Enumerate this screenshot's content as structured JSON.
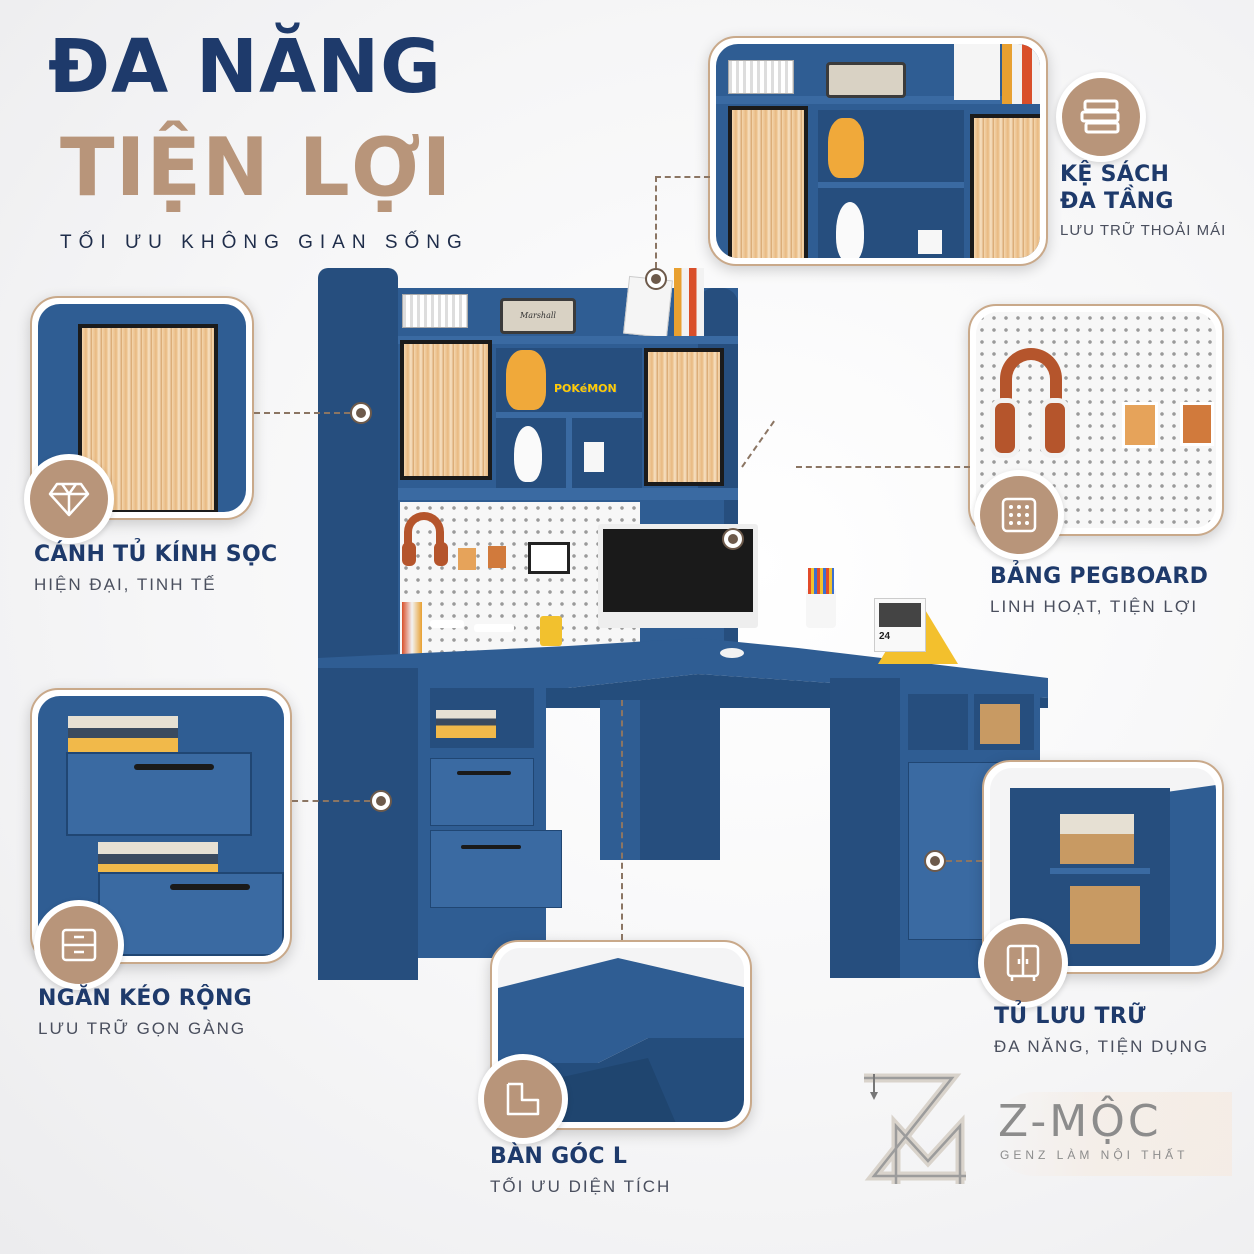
{
  "heading": {
    "line1": "ĐA NĂNG",
    "line2": "TIỆN LỢI",
    "tagline": "TỐI ƯU KHÔNG GIAN SỐNG"
  },
  "features": {
    "bookshelf": {
      "title_line1": "KỆ SÁCH",
      "title_line2": "ĐA TẦNG",
      "subtitle": "LƯU TRỮ THOẢI MÁI",
      "icon": "books-icon"
    },
    "glass_door": {
      "title": "CÁNH TỦ KÍNH SỌC",
      "subtitle": "HIỆN ĐẠI, TINH TẾ",
      "icon": "diamond-icon"
    },
    "pegboard": {
      "title": "BẢNG PEGBOARD",
      "subtitle": "LINH HOẠT, TIỆN LỢI",
      "icon": "pegboard-icon"
    },
    "drawers": {
      "title": "NGĂN KÉO RỘNG",
      "subtitle": "LƯU TRỮ GỌN GÀNG",
      "icon": "drawer-icon"
    },
    "l_desk": {
      "title": "BÀN GÓC L",
      "subtitle": "TỐI ƯU DIỆN TÍCH",
      "icon": "corner-icon"
    },
    "cabinet": {
      "title": "TỦ LƯU TRỮ",
      "subtitle": "ĐA NĂNG, TIỆN DỤNG",
      "icon": "cabinet-icon"
    }
  },
  "product_labels": {
    "speaker_brand": "Marshall",
    "figure_brand": "POKéMON",
    "calendar_day": "24"
  },
  "logo": {
    "name": "Z-MỘC",
    "slogan": "GENZ LÀM NỘI THẤT"
  },
  "colors": {
    "navy": "#1e3a6b",
    "tan": "#b8957a",
    "furniture_blue": "#2f5d93"
  }
}
